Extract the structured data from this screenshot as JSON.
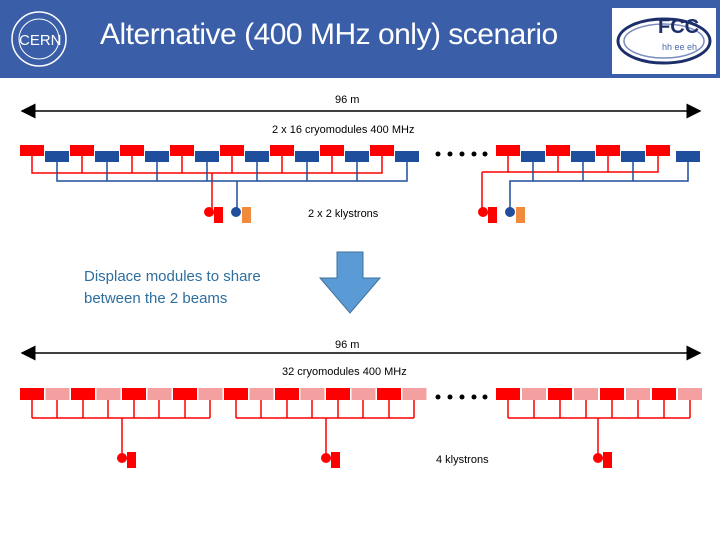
{
  "title": "Alternative (400 MHz only) scenario",
  "logos": {
    "left": "CERN",
    "right": "FCC",
    "right_sub": "hh ee eh"
  },
  "top_section": {
    "length_label": "96 m",
    "cryomodules_label": "2 x 16 cryomodules 400 MHz",
    "klystrons_label": "2 x 2 klystrons"
  },
  "middle_note": "Displace modules to share between the 2 beams",
  "bottom_section": {
    "length_label": "96 m",
    "cryomodules_label": "32 cryomodules 400 MHz",
    "klystrons_label": "4 klystrons"
  },
  "colors": {
    "header": "#3a5fa8",
    "red": "#ff0000",
    "pink": "#f4a0a0",
    "blue": "#1f4e9c",
    "orange": "#f08a3c",
    "arrow": "#5b9bd5",
    "note": "#2e6e9e"
  }
}
